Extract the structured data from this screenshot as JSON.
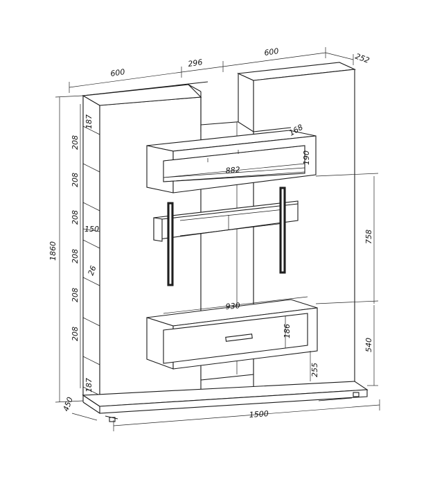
{
  "dimensions": {
    "top_left_width": "600",
    "top_gap": "296",
    "top_right_width": "600",
    "depth_top": "252",
    "height_total": "1860",
    "shelf_208_1": "208",
    "shelf_208_2": "208",
    "shelf_208_3": "208",
    "shelf_208_4": "208",
    "shelf_208_5": "208",
    "shelf_208_6": "208",
    "top_187": "187",
    "bottom_187": "187",
    "inner_150": "150",
    "inner_26": "26",
    "shelf_depth_168": "168",
    "shelf_height_190": "190",
    "shelf_width_882": "882",
    "tv_height_758": "758",
    "cabinet_width_930": "930",
    "drawer_186": "186",
    "cabinet_height_540": "540",
    "base_255": "255",
    "base_depth_450": "450",
    "total_width_1500": "1500"
  }
}
